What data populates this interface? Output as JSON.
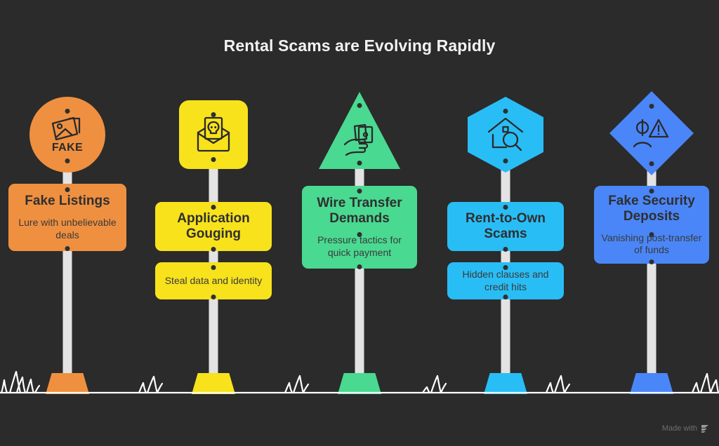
{
  "page": {
    "title": "Rental Scams are Evolving Rapidly",
    "background_color": "#2b2b2b",
    "title_color": "#f2f2f2",
    "post_color": "#e3e3e3",
    "ground_color": "#ffffff"
  },
  "watermark": {
    "text": "Made with",
    "icon": "stacked-layers-icon"
  },
  "signposts": [
    {
      "id": "fake-listings",
      "color": "#ef9040",
      "head_shape": "circle",
      "head_icon": "fake-photo-icon",
      "head_icon_label": "FAKE",
      "plates": [
        {
          "title": "Fake Listings",
          "subtitle": "Lure with unbelievable deals"
        }
      ]
    },
    {
      "id": "application-gouging",
      "color": "#f8e21c",
      "head_shape": "rounded-square",
      "head_icon": "phishing-envelope-icon",
      "head_icon_label": "",
      "plates": [
        {
          "title": "Application Gouging",
          "subtitle": ""
        },
        {
          "title": "",
          "subtitle": "Steal data and identity"
        }
      ]
    },
    {
      "id": "wire-transfer-demands",
      "color": "#4ad991",
      "head_shape": "triangle",
      "head_icon": "hand-holding-cash-icon",
      "head_icon_label": "",
      "plates": [
        {
          "title": "Wire Transfer Demands",
          "subtitle": "Pressure tactics for quick payment"
        }
      ]
    },
    {
      "id": "rent-to-own-scams",
      "color": "#29bdf5",
      "head_shape": "hexagon",
      "head_icon": "house-magnifier-icon",
      "head_icon_label": "",
      "plates": [
        {
          "title": "Rent-to-Own Scams",
          "subtitle": ""
        },
        {
          "title": "",
          "subtitle": "Hidden clauses and credit hits"
        }
      ]
    },
    {
      "id": "fake-security-deposits",
      "color": "#4a86f7",
      "head_shape": "diamond",
      "head_icon": "person-warning-icon",
      "head_icon_label": "",
      "plates": [
        {
          "title": "Fake Security Deposits",
          "subtitle": "Vanishing post-transfer of funds"
        }
      ]
    }
  ]
}
